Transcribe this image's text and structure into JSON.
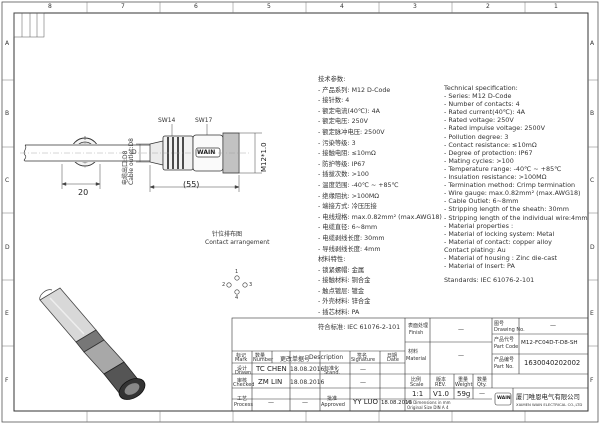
{
  "sheet": {
    "col_numbers": [
      "8",
      "7",
      "6",
      "5",
      "4",
      "3",
      "2",
      "1"
    ],
    "row_letters": [
      "A",
      "B",
      "C",
      "D",
      "E",
      "F"
    ]
  },
  "drawing": {
    "label_sw14": "SW14",
    "label_sw17": "SW17",
    "brand": "WAIN",
    "dim_20": "20",
    "dim_55": "(55)",
    "thread": "M12*1.0",
    "phi": "D",
    "cable_outlet_cn": "电缆出口:D8",
    "cable_outlet_en": "Cable outlet:D8",
    "contact_cn": "针位排布图",
    "contact_en": "Contact arrangement",
    "pin_numbers": [
      "1",
      "2",
      "3",
      "4"
    ]
  },
  "spec_cn": {
    "title": "技术参数:",
    "lines": [
      "- 产品系列: M12 D-Code",
      "- 接针数: 4",
      "- 额定电流(40℃): 4A",
      "- 额定电压: 250V",
      "- 额定脉冲电压: 2500V",
      "- 污染等级: 3",
      "- 接触电阻: ≤10mΩ",
      "- 防护等级: IP67",
      "- 插拔次数: >100",
      "- 温度范围: -40℃ ~ +85℃",
      "- 绝缘阻抗: >100MΩ",
      "- 端接方式: 冷压压接",
      "- 电线规格: max.0.82mm² (max.AWG18)",
      "- 电缆直径: 6~8mm",
      "- 电缆剥线长度: 30mm",
      "- 导线剥线长度: 4mm"
    ],
    "materials_title": "材料特性:",
    "materials": [
      "- 锁紧螺帽: 金属",
      "- 接触材料: 铜合金",
      "- 触点镀层: 镀金",
      "- 外壳材料: 锌合金",
      "- 插芯材料: PA"
    ],
    "standards": "符合标准: IEC 61076-2-101"
  },
  "spec_en": {
    "title": "Technical specification:",
    "lines": [
      "- Series: M12 D-Code",
      "- Number of contacts:  4",
      "- Rated current(40℃):  4A",
      "- Rated voltage:           250V",
      "- Rated impulse voltage: 2500V",
      "- Pollution degree: 3",
      "- Contact resistance: ≤10mΩ",
      "- Degree of protection: IP67",
      "- Mating cycles: >100",
      "- Temperature range: -40℃ ~ +85℃",
      "- Insulation resistance: >100MΩ",
      "- Termination method: Crimp termination",
      "- Wire gauge: max.0.82mm² (max.AWG18)",
      "- Cable Outlet: 6~8mm",
      "- Stripping length of the sheath: 30mm",
      "- Stripping length of the individual wire:4mm",
      "- Material properties :",
      "- Material of locking system: Metal",
      "- Material of contact: copper alloy",
      "  Contact plating: Au",
      "- Material of housing : Zinc die-cast",
      "- Material of Insert: PA"
    ],
    "standards": "Standards: IEC 61076-2-101"
  },
  "title_block": {
    "finish_cn": "表面处理",
    "finish_en": "Finish",
    "finish_val": "—",
    "material_cn": "材料",
    "material_en": "Material",
    "material_val": "—",
    "drawing_no_cn": "图号",
    "drawing_no_en": "Drawing No.",
    "drawing_no_val": "—",
    "part_code_cn": "产品代号",
    "part_code_en": "Part Code",
    "part_code_val": "M12-FC04D-T-D8-SH",
    "part_no_cn": "产品编号",
    "part_no_en": "Part No.",
    "part_no_val": "1630040202002",
    "scale_cn": "比例",
    "scale_en": "Scale",
    "scale_val": "1:1",
    "rev_cn": "版本",
    "rev_en": "REV.",
    "rev_val": "V1.0",
    "weight_cn": "重量",
    "weight_en": "Weight",
    "weight_val": "59g",
    "qty_cn": "数量",
    "qty_en": "Qty.",
    "qty_val": "—",
    "mark_cn": "标记",
    "mark_en": "Mark",
    "number_cn": "数量",
    "number_en": "Number",
    "modification_cn": "更改单据号",
    "modification_en": "Description",
    "signature_cn": "签名",
    "signature_en": "Signature",
    "date_cn": "日期",
    "date_en": "Date",
    "drawn_cn": "设计",
    "drawn_en": "Drawn",
    "drawn_name": "TC CHEN",
    "drawn_date": "18.08.2016",
    "stand_cn": "标准化",
    "stand_en": "Stand.",
    "stand_val": "—",
    "checked_cn": "审核",
    "checked_en": "Checked",
    "checked_name": "ZM LIN",
    "checked_date": "18.08.2016",
    "process_cn": "工艺",
    "process_en": "Process",
    "process_val": "—",
    "approved_cn": "批准",
    "approved_en": "Approved",
    "approved_name": "YY LUO",
    "approved_date": "18.08.2016",
    "units_note_1": "All Dimensions in mm",
    "units_note_2": "Original Size DIN A 4",
    "company_cn": "厦门唯恩电气有限公司",
    "company_en": "XIAMEN WAIN ELECTRICAL CO.,LTD",
    "logo_text": "WAIN"
  }
}
